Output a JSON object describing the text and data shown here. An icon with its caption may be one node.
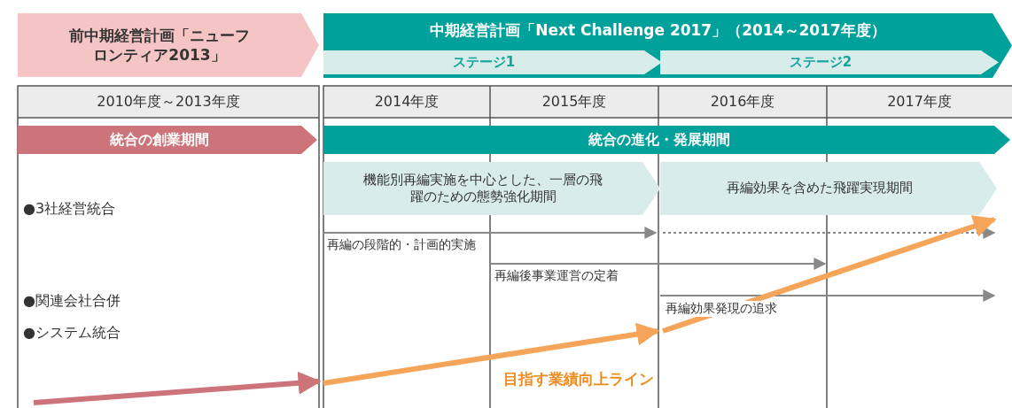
{
  "diagram": {
    "nodes": [
      {
        "text": [
          "前中期経営計画「ニューフロンティア2013」"
        ]
      },
      {
        "text": [
          "中期経営計画「Next Challenge 2017」（2014～2017年度）"
        ]
      },
      {
        "text": [
          "ステージ1"
        ],
        "in": 1
      },
      {
        "text": [
          "ステージ2"
        ],
        "in": 1
      },
      {
        "text": [
          "統合の創業期間"
        ]
      },
      {
        "text": [
          "統合の進化・発展期間"
        ]
      },
      {
        "text": [
          "機能別再編実施を中心とした、一層の飛躍のための態勢強化期間"
        ]
      },
      {
        "text": [
          "再編効果を含めた飛躍実現期間"
        ]
      }
    ],
    "labels": [
      "2010年度～2013年度",
      "2014年度",
      "2015年度",
      "2016年度",
      "2017年度",
      "●3社経営統合",
      "●関連会社合併",
      "●システム統合",
      "再編の段階的・計画的実施",
      "再編後事業運営の定着",
      "再編効果発現の追求",
      "目指す業績向上ライン"
    ]
  }
}
